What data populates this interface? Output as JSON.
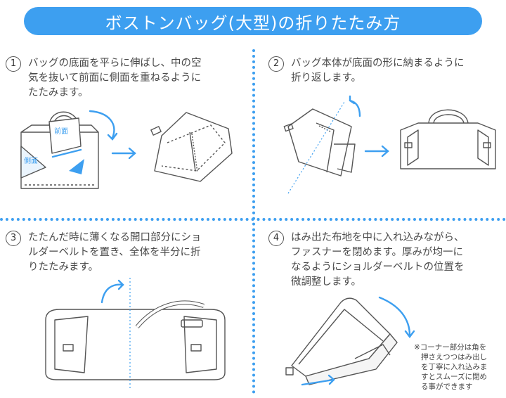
{
  "title": "ボストンバッグ(大型)の折りたたみ方",
  "colors": {
    "accent": "#3d9ff0",
    "line": "#555555",
    "text": "#4a4a4a"
  },
  "steps": [
    {
      "number": "1",
      "lines": [
        "バッグの底面を平らに伸ばし、中の空",
        "気を抜いて前面に側面を重ねるように",
        "たたみます。"
      ],
      "labels": {
        "front": "前面",
        "side": "側面"
      }
    },
    {
      "number": "2",
      "lines": [
        "バッグ本体が底面の形に納まるように",
        "折り返します。"
      ]
    },
    {
      "number": "3",
      "lines": [
        "たたんだ時に薄くなる開口部分にショ",
        "ルダーベルトを置き、全体を半分に折",
        "りたたみます。"
      ]
    },
    {
      "number": "4",
      "lines": [
        "はみ出た布地を中に入れ込みながら、",
        "ファスナーを閉めます。厚みが均一に",
        "なるようにショルダーベルトの位置を",
        "微調整します。"
      ]
    }
  ],
  "note": {
    "lines": [
      "※コーナー部分は角を",
      "押さえつつはみ出し",
      "を丁寧に入れ込みま",
      "すとスムーズに閉め",
      "る事ができます"
    ]
  }
}
